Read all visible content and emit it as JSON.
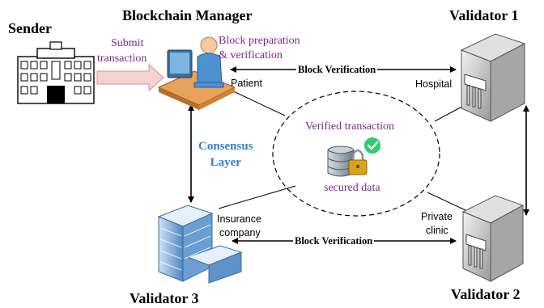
{
  "colors": {
    "consensus_blue": "#2f7fd6",
    "purple_text": "#7a2a8a",
    "submit_arrow_fill": "#f6d1d1",
    "check_green": "#2ecc71"
  },
  "roles": {
    "sender": "Sender",
    "manager": "Blockchain Manager",
    "validator1": "Validator 1",
    "validator2": "Validator 2",
    "validator3": "Validator 3"
  },
  "labels": {
    "submit_line1": "Submit",
    "submit_line2": "transaction",
    "prep_line1": "Block preparation",
    "prep_line2": "& verification",
    "patient": "Patient",
    "hospital": "Hospital",
    "private_line1": "Private",
    "private_line2": "clinic",
    "insurance_line1": "Insurance",
    "insurance_line2": "company",
    "block_verification_top": "Block Verification",
    "block_verification_bottom": "Block Verification",
    "consensus_line1": "Consensus",
    "consensus_line2": "Layer",
    "verified_transaction": "Verified transaction",
    "secured_data": "secured data"
  },
  "icons": {
    "sender": "government-building-icon",
    "manager": "person-at-computer-icon",
    "validator1": "bank-building-icon",
    "validator2": "bank-building-icon",
    "validator3": "office-tower-icon",
    "secured_data": "database-lock-icon",
    "verified": "green-check-icon"
  }
}
